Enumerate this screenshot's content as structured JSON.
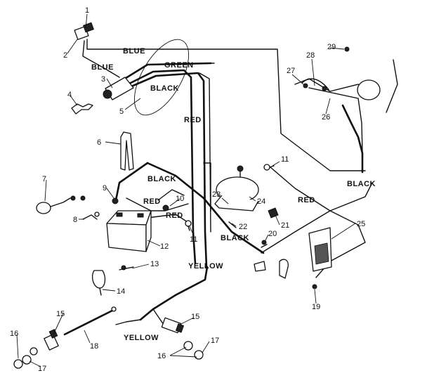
{
  "diagram": {
    "wire_labels": {
      "blue_top": "BLUE",
      "blue_left": "BLUE",
      "green": "GREEN",
      "black_top": "BLACK",
      "red_mid": "RED",
      "black_battery": "BLACK",
      "red_battery_1": "RED",
      "red_battery_2": "RED",
      "black_right": "BLACK",
      "red_right": "RED",
      "black_lower": "BLACK",
      "yellow_mid": "YELLOW",
      "yellow_bottom": "YELLOW"
    },
    "part_numbers": {
      "n1": "1",
      "n2": "2",
      "n3": "3",
      "n4": "4",
      "n5": "5",
      "n6": "6",
      "n7": "7",
      "n8": "8",
      "n9": "9",
      "n10": "10",
      "n11a": "11",
      "n11b": "11",
      "n12": "12",
      "n13": "13",
      "n14": "14",
      "n15a": "15",
      "n15b": "15",
      "n16a": "16",
      "n16b": "16",
      "n17a": "17",
      "n17b": "17",
      "n18": "18",
      "n19": "19",
      "n20": "20",
      "n21": "21",
      "n22": "22",
      "n23": "23",
      "n24": "24",
      "n25": "25",
      "n26": "26",
      "n27": "27",
      "n28": "28",
      "n29": "29"
    }
  }
}
